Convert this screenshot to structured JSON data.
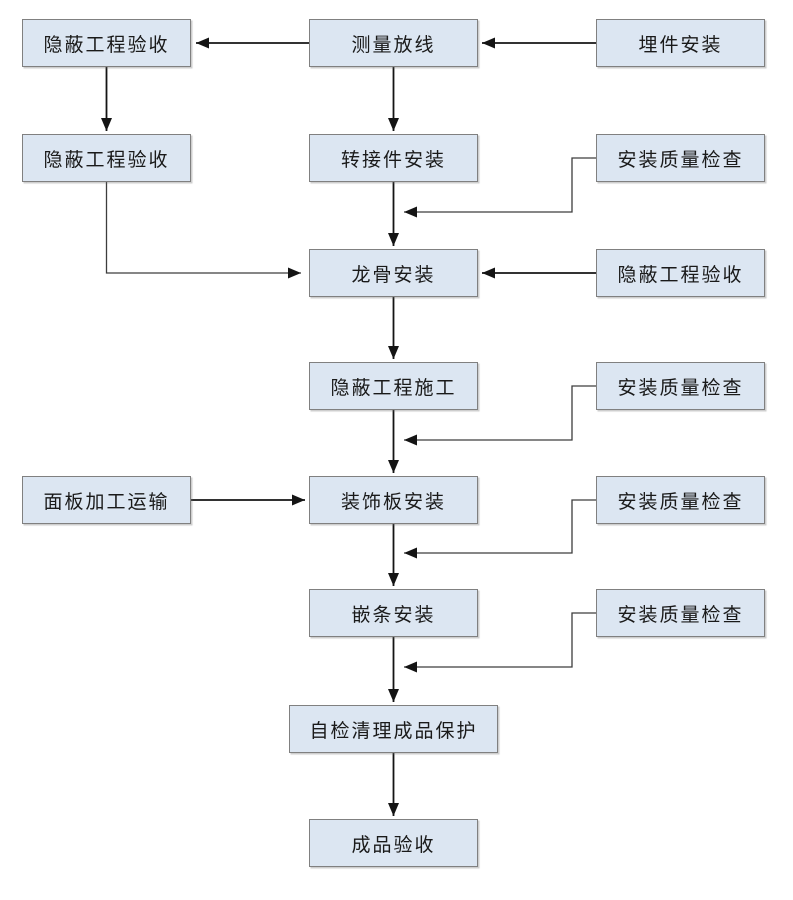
{
  "diagram": {
    "description": "construction-process-flowchart",
    "colors": {
      "node_fill": "#dce6f2",
      "node_border": "#808080",
      "main_arrow": "#141414",
      "feedback_line": "#3d3d3d",
      "text": "#1a1a1a",
      "background": "#ffffff"
    },
    "nodes": [
      {
        "id": "hidden-acceptance-1",
        "label": "隐蔽工程验收"
      },
      {
        "id": "measure-layout",
        "label": "测量放线"
      },
      {
        "id": "embed-install",
        "label": "埋件安装"
      },
      {
        "id": "hidden-acceptance-2",
        "label": "隐蔽工程验收"
      },
      {
        "id": "adapter-install",
        "label": "转接件安装"
      },
      {
        "id": "quality-check-1",
        "label": "安装质量检查"
      },
      {
        "id": "keel-install",
        "label": "龙骨安装"
      },
      {
        "id": "hidden-acceptance-3",
        "label": "隐蔽工程验收"
      },
      {
        "id": "hidden-construction",
        "label": "隐蔽工程施工"
      },
      {
        "id": "quality-check-2",
        "label": "安装质量检查"
      },
      {
        "id": "panel-processing",
        "label": "面板加工运输"
      },
      {
        "id": "decor-panel-install",
        "label": "装饰板安装"
      },
      {
        "id": "quality-check-3",
        "label": "安装质量检查"
      },
      {
        "id": "inlay-strip-install",
        "label": "嵌条安装"
      },
      {
        "id": "quality-check-4",
        "label": "安装质量检查"
      },
      {
        "id": "self-check-protect",
        "label": "自检清理成品保护"
      },
      {
        "id": "finished-acceptance",
        "label": "成品验收"
      }
    ],
    "edges": [
      {
        "from": "measure-layout",
        "to": "hidden-acceptance-1",
        "style": "straight"
      },
      {
        "from": "embed-install",
        "to": "measure-layout",
        "style": "straight"
      },
      {
        "from": "hidden-acceptance-1",
        "to": "hidden-acceptance-2",
        "style": "straight"
      },
      {
        "from": "measure-layout",
        "to": "adapter-install",
        "style": "straight"
      },
      {
        "from": "adapter-install",
        "to": "keel-install",
        "style": "straight"
      },
      {
        "from": "hidden-acceptance-2",
        "to": "keel-install",
        "style": "elbow"
      },
      {
        "from": "quality-check-1",
        "to": "flow-before-keel-install",
        "style": "elbow"
      },
      {
        "from": "hidden-acceptance-3",
        "to": "keel-install",
        "style": "straight"
      },
      {
        "from": "keel-install",
        "to": "hidden-construction",
        "style": "straight"
      },
      {
        "from": "quality-check-2",
        "to": "flow-before-decor-panel-install",
        "style": "elbow"
      },
      {
        "from": "hidden-construction",
        "to": "decor-panel-install",
        "style": "straight"
      },
      {
        "from": "panel-processing",
        "to": "decor-panel-install",
        "style": "straight"
      },
      {
        "from": "decor-panel-install",
        "to": "inlay-strip-install",
        "style": "straight"
      },
      {
        "from": "quality-check-3",
        "to": "flow-before-inlay-strip-install",
        "style": "elbow"
      },
      {
        "from": "inlay-strip-install",
        "to": "self-check-protect",
        "style": "straight"
      },
      {
        "from": "quality-check-4",
        "to": "flow-before-self-check-protect",
        "style": "elbow"
      },
      {
        "from": "self-check-protect",
        "to": "finished-acceptance",
        "style": "straight"
      }
    ]
  }
}
